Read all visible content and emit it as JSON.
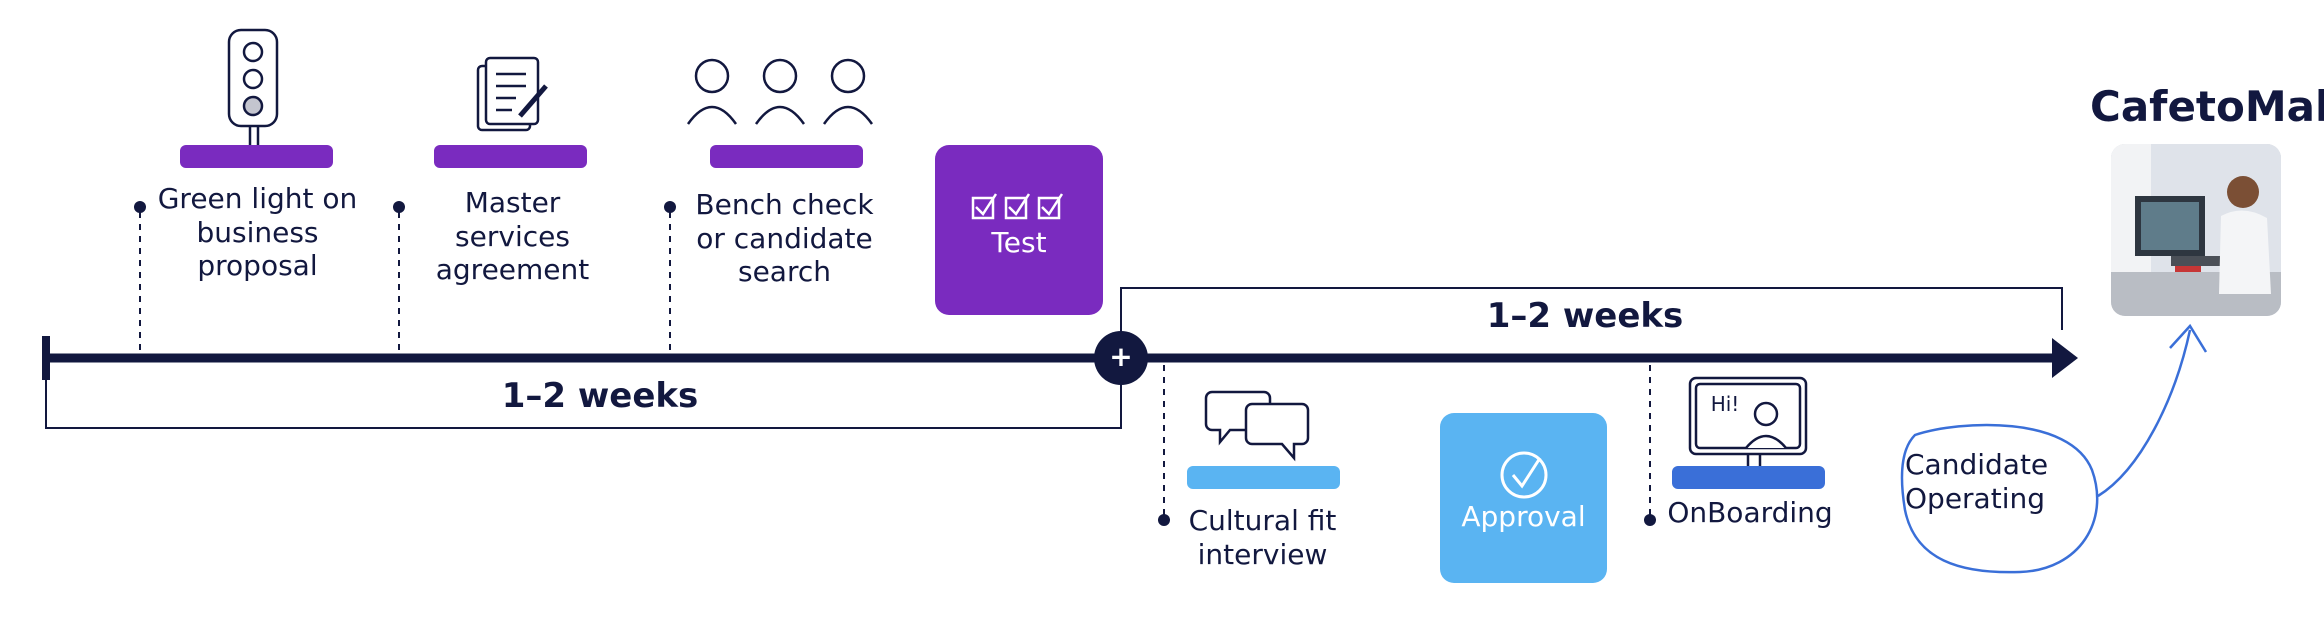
{
  "brand": "CafetoMaker",
  "steps_top": [
    {
      "label": "Green light on business proposal",
      "icon": "traffic-light-icon"
    },
    {
      "label": "Master services agreement",
      "icon": "documents-icon"
    },
    {
      "label": "Bench check or candidate search",
      "icon": "people-icon"
    }
  ],
  "test_box": {
    "label": "Test",
    "icon": "checklist-icon"
  },
  "steps_bottom": [
    {
      "label": "Cultural fit interview",
      "icon": "chat-bubbles-icon"
    },
    {
      "label": "OnBoarding",
      "icon": "monitor-hi-icon",
      "screen_text": "Hi!"
    }
  ],
  "approval_box": {
    "label": "Approval",
    "icon": "check-circle-icon"
  },
  "phase_durations": {
    "first": "1–2 weeks",
    "second": "1–2 weeks"
  },
  "operating_label": "Candidate Operating",
  "join_icon": "+",
  "colors": {
    "navy": "#12183f",
    "purple": "#7a2bbf",
    "light_blue": "#5ab4f2",
    "blue": "#3a6fd8"
  }
}
